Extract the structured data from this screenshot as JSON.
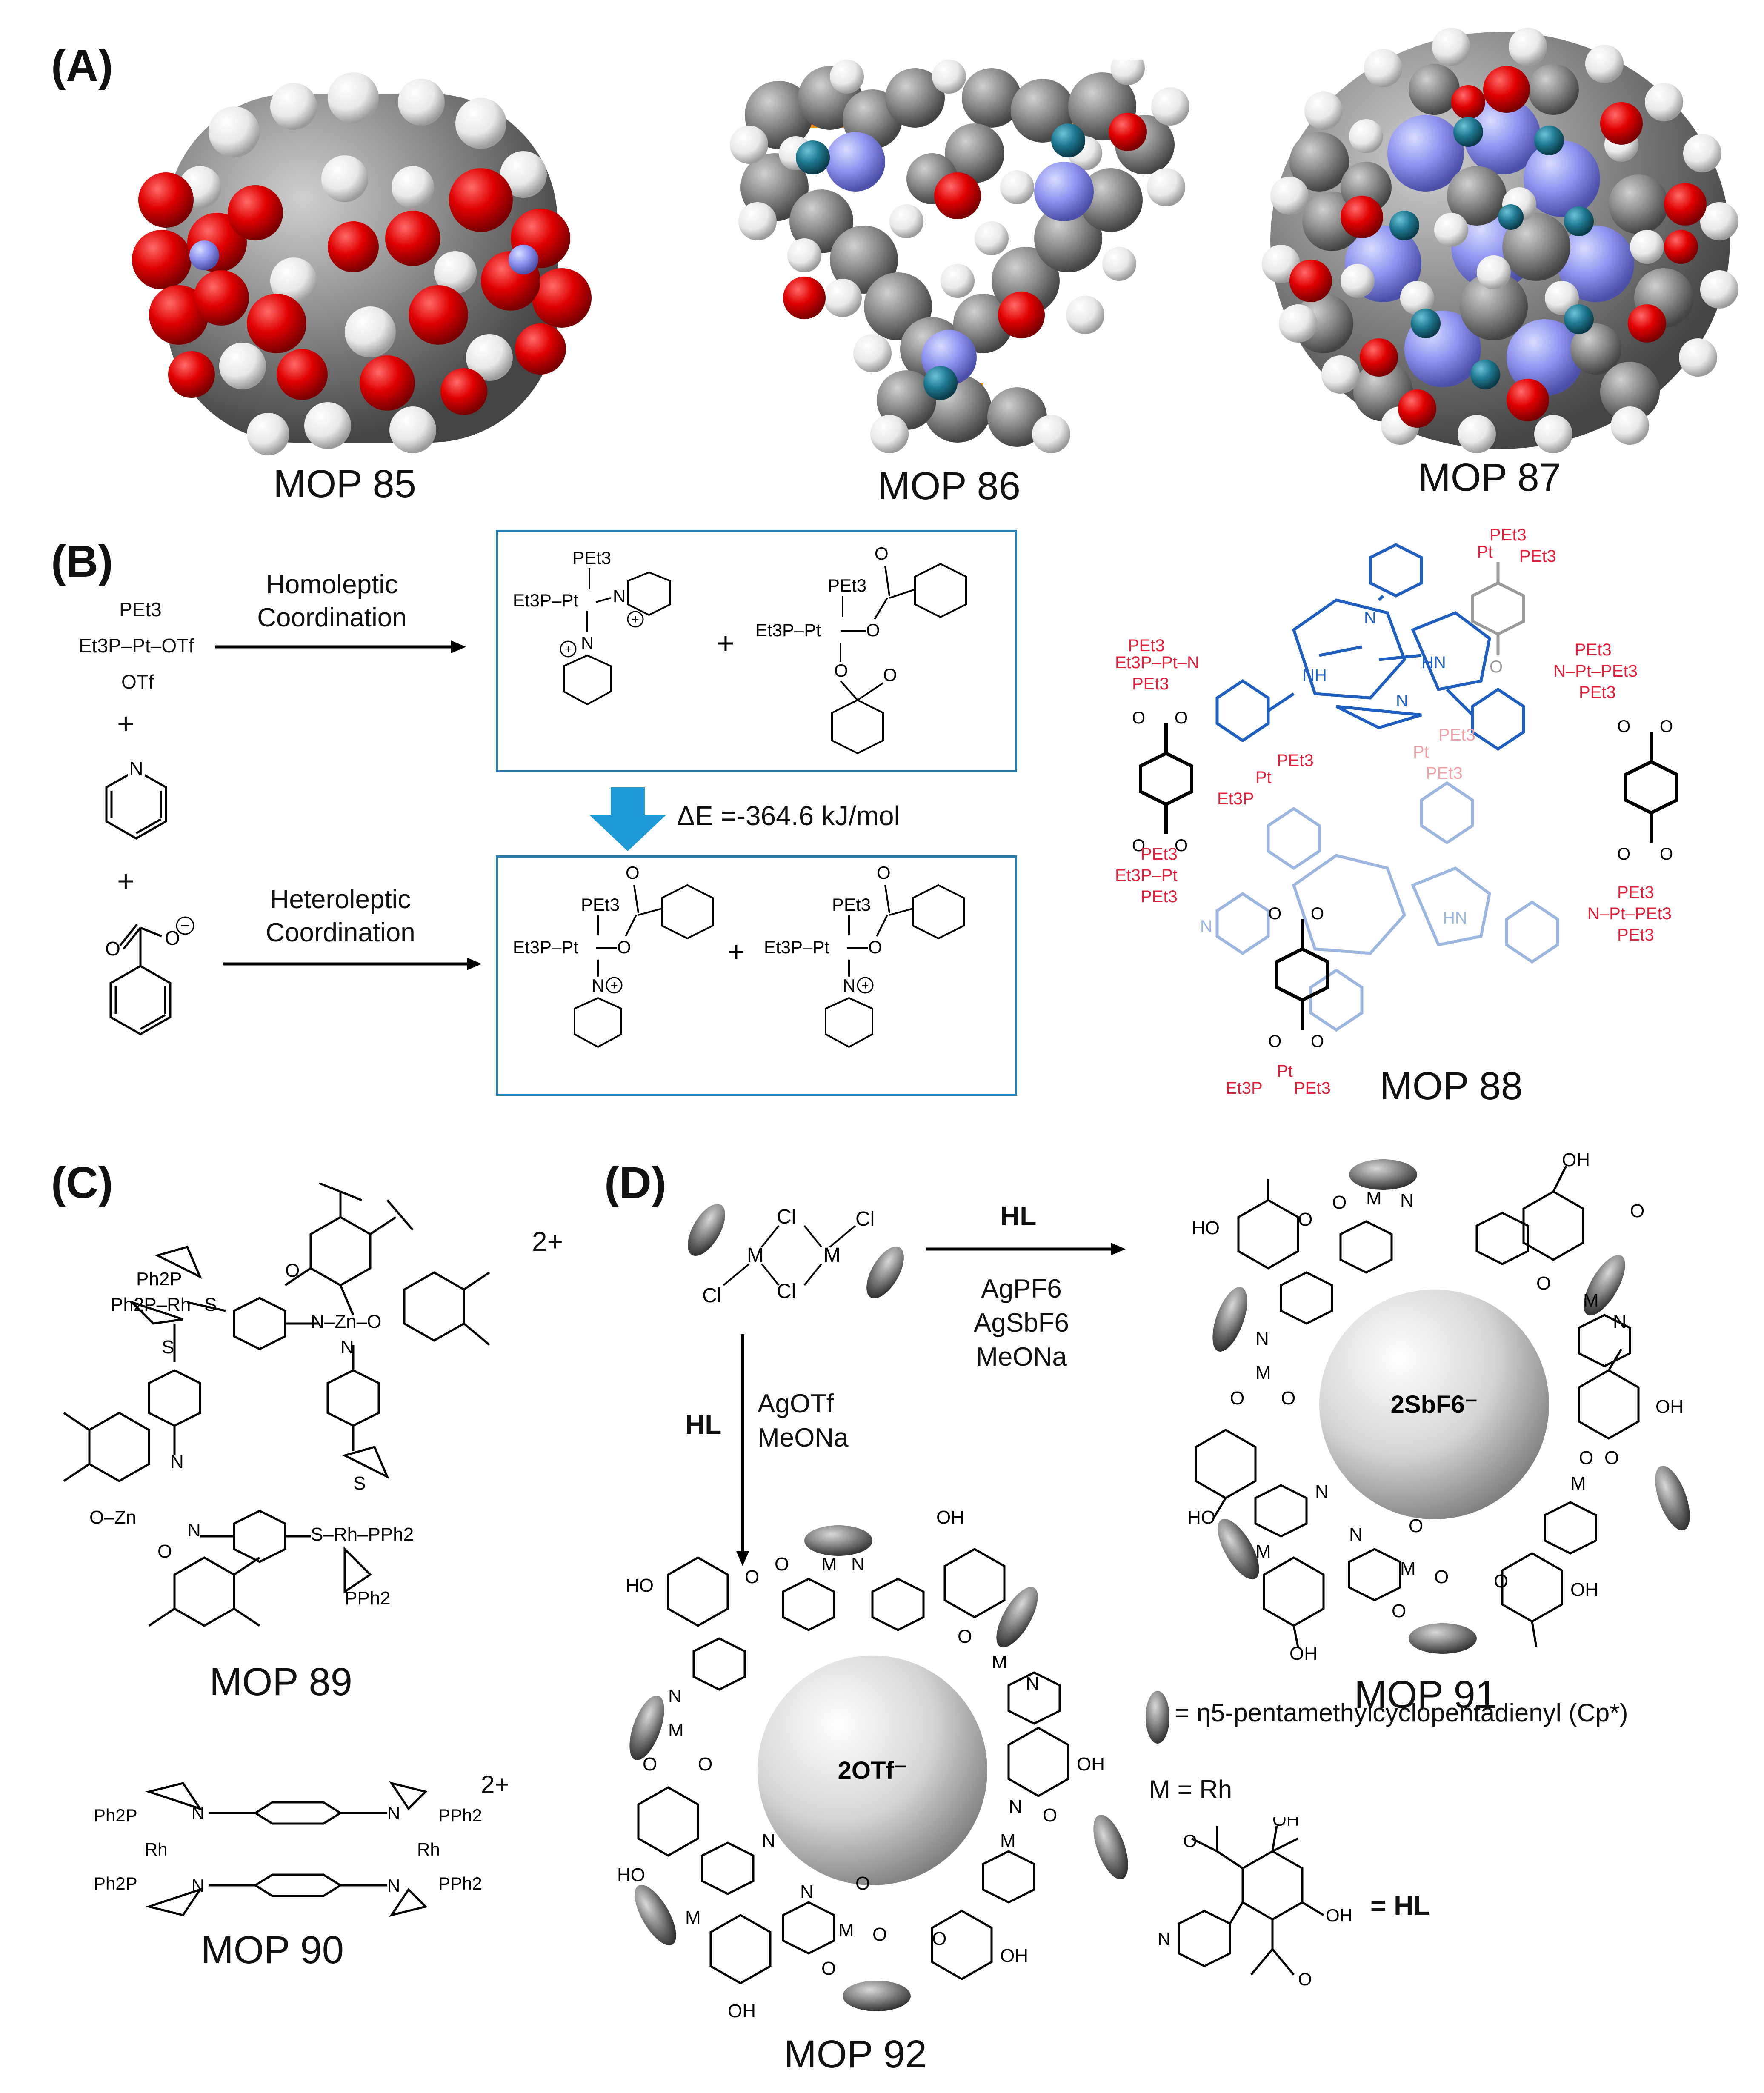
{
  "panels": {
    "A": {
      "label": "(A)",
      "molecules": [
        {
          "name": "MOP 85"
        },
        {
          "name": "MOP 86"
        },
        {
          "name": "MOP 87"
        }
      ]
    },
    "B": {
      "label": "(B)",
      "reagents": {
        "pt_complex": [
          "PEt3",
          "Et3P–Pt–OTf",
          "OTf"
        ],
        "plus": "+"
      },
      "arrow_top": "Homoleptic\nCoordination",
      "arrow_bottom": "Heteroleptic\nCoordination",
      "energy": "ΔE =-364.6 kJ/mol",
      "plus": "+",
      "product": "MOP 88",
      "ligand_labels": {
        "pet3": "PEt3",
        "et3p_pt": "Et3P–Pt",
        "pt": "Pt",
        "nh": "NH",
        "hn": "HN",
        "n": "N"
      }
    },
    "C": {
      "label": "(C)",
      "charge": "2+",
      "mop89": "MOP 89",
      "mop90": "MOP 90",
      "atoms": {
        "ph2p": "Ph2P",
        "pph2": "PPh2",
        "rh": "Rh",
        "zn": "Zn",
        "s": "S",
        "n": "N",
        "o": "O"
      }
    },
    "D": {
      "label": "(D)",
      "dimer": {
        "m": "M",
        "cl": "Cl"
      },
      "arrow_right": {
        "top": "HL",
        "reagents": [
          "AgPF6",
          "AgSbF6",
          "MeONa"
        ]
      },
      "arrow_down": {
        "left": "HL",
        "reagents": [
          "AgOTf",
          "MeONa"
        ]
      },
      "mop91": {
        "name": "MOP 91",
        "anion": "2SbF6⁻"
      },
      "mop92": {
        "name": "MOP 92",
        "anion": "2OTf⁻"
      },
      "legend": {
        "cp": "= η5-pentamethylcyclopentadienyl (Cp*)",
        "m": "M = Rh",
        "hl": "= HL"
      },
      "atoms": {
        "oh": "OH",
        "ho": "HO",
        "o": "O",
        "n": "N",
        "m": "M"
      }
    }
  },
  "colors": {
    "oxygen": "#e00000",
    "carbon": "#8c8c8c",
    "hydrogen": "#f2f2f2",
    "nitrogen": "#8f95f0",
    "platinum": "#1f7a92",
    "phosphorus": "#ff8c1a",
    "porphyrin_dark": "#1f5fbf",
    "porphyrin_light": "#9bb7e0",
    "pt_red": "#e0203a",
    "box_blue": "#2a7fb0",
    "arrow_blue": "#1e9ad6"
  }
}
